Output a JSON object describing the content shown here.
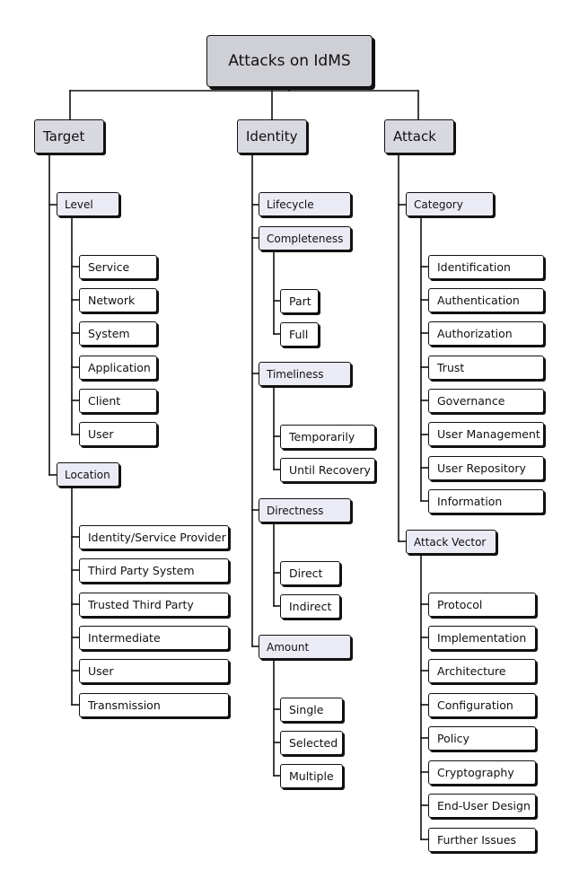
{
  "diagram": {
    "root": "Attacks on IdMS",
    "branches": [
      {
        "label": "Target",
        "groups": [
          {
            "label": "Level",
            "items": [
              "Service",
              "Network",
              "System",
              "Application",
              "Client",
              "User"
            ]
          },
          {
            "label": "Location",
            "items": [
              "Identity/Service Provider",
              "Third Party System",
              "Trusted Third Party",
              "Intermediate",
              "User",
              "Transmission"
            ]
          }
        ]
      },
      {
        "label": "Identity",
        "groups": [
          {
            "label": "Lifecycle",
            "items": []
          },
          {
            "label": "Completeness",
            "items": [
              "Part",
              "Full"
            ]
          },
          {
            "label": "Timeliness",
            "items": [
              "Temporarily",
              "Until Recovery"
            ]
          },
          {
            "label": "Directness",
            "items": [
              "Direct",
              "Indirect"
            ]
          },
          {
            "label": "Amount",
            "items": [
              "Single",
              "Selected",
              "Multiple"
            ]
          }
        ]
      },
      {
        "label": "Attack",
        "groups": [
          {
            "label": "Category",
            "items": [
              "Identification",
              "Authentication",
              "Authorization",
              "Trust",
              "Governance",
              "User Management",
              "User Repository",
              "Information"
            ]
          },
          {
            "label": "Attack Vector",
            "items": [
              "Protocol",
              "Implementation",
              "Architecture",
              "Configuration",
              "Policy",
              "Cryptography",
              "End-User Design",
              "Further Issues"
            ]
          }
        ]
      }
    ]
  }
}
